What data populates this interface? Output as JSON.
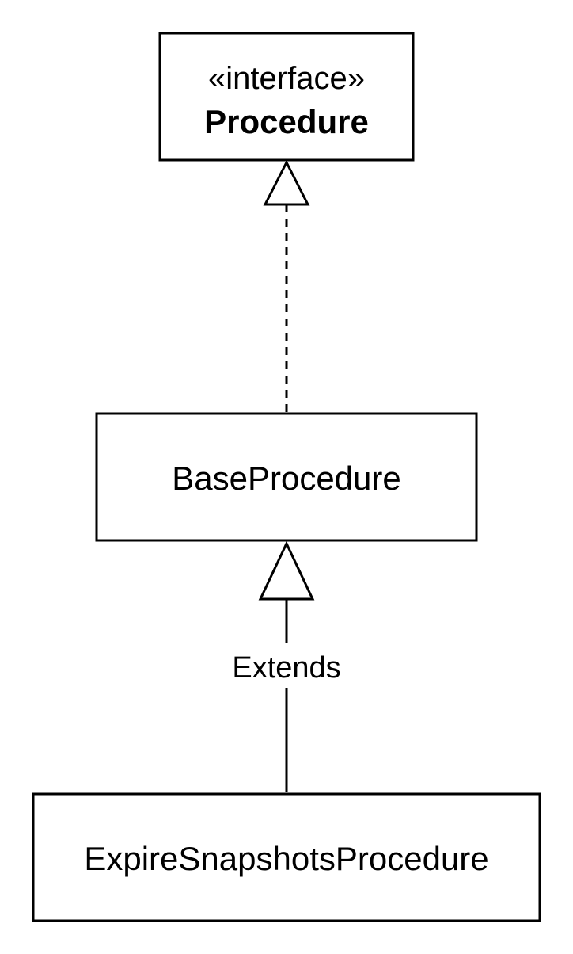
{
  "nodes": {
    "interface": {
      "stereotype": "«interface»",
      "name": "Procedure"
    },
    "base": {
      "name": "BaseProcedure"
    },
    "impl": {
      "name": "ExpireSnapshotsProcedure"
    }
  },
  "edges": {
    "realization": {
      "kind": "realization",
      "style": "dashed",
      "label": ""
    },
    "extends": {
      "kind": "generalization",
      "style": "solid",
      "label": "Extends"
    }
  },
  "colors": {
    "stroke": "#000000",
    "fill": "#ffffff",
    "text": "#000000"
  }
}
